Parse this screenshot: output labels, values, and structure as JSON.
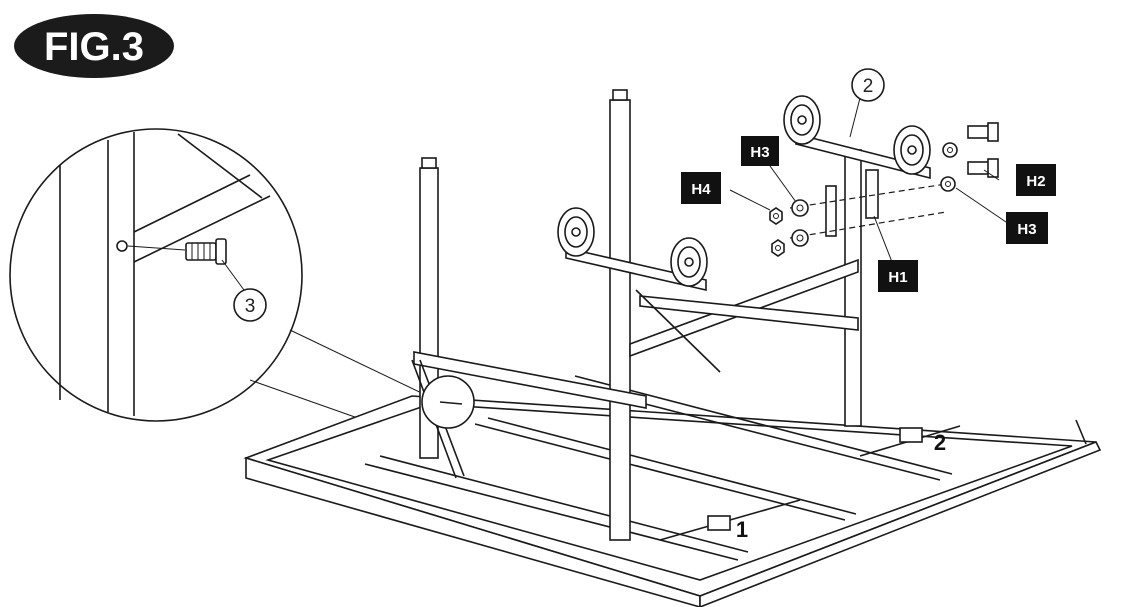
{
  "figure": {
    "title": "FIG.3",
    "title_bg": "#1b1b1b"
  },
  "callouts": {
    "part_2": "2",
    "part_3": "3",
    "position_1": "1",
    "position_2": "2"
  },
  "hardware_tags": {
    "h1": "H1",
    "h2": "H2",
    "h3_top": "H3",
    "h3_right": "H3",
    "h4": "H4",
    "tag_bg": "#111111"
  },
  "icons": [
    "detail-magnifier-icon",
    "caster-wheel-icon",
    "bolt-icon",
    "washer-icon",
    "nut-icon"
  ]
}
